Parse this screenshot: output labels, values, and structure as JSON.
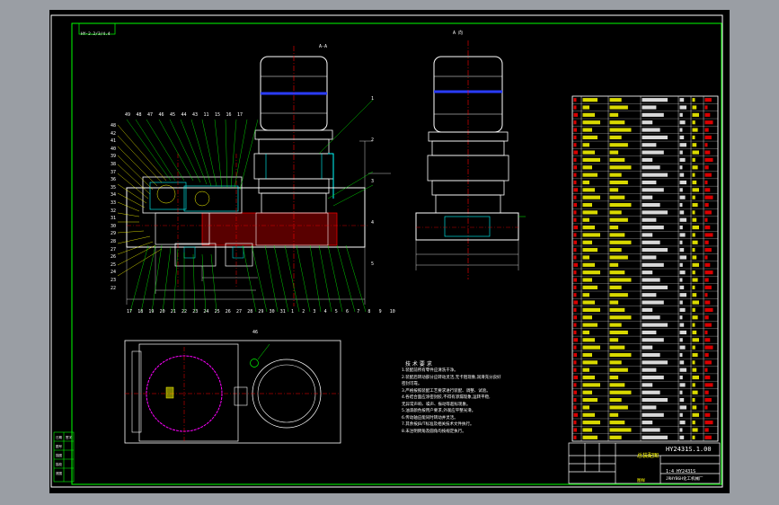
{
  "drawing": {
    "corner_label": "HY·2.2/3/4.4",
    "view_label_a": "A 向",
    "view_label_b": "A-A",
    "title_block": {
      "drawing_code": "HY2431S.1.00",
      "name": "总装配图",
      "label": "图样",
      "sub_code": "1:4  HY2431S",
      "company": "JRHYBGH化工机械厂"
    },
    "tech_notes": {
      "title": "技 术 要 求",
      "lines": [
        "1.装配前所有零件应清洗干净。",
        "2.装配后转动部分应转动灵活,无卡阻现象,润滑充分良好",
        "  密封可靠。",
        "3.严格按照装配工艺要求进行装配、调整、试验。",
        "4.各结合面应涂密封胶,不得有渗漏现象,运转平稳,",
        "  无异常声响、噪声、振动等超标现象。",
        "5.油漆颜色按用户要求,外观应平整光滑。",
        "6.传动轴应能同时转动并灵活。",
        "7.其余按JB/T标准及相关技术文件执行。",
        "8.未注明倒角及圆角均按规定执行。"
      ]
    },
    "left_row_numbers": [
      "48",
      "42",
      "41",
      "40",
      "39",
      "38",
      "37",
      "36",
      "35",
      "34",
      "33",
      "32",
      "31",
      "30",
      "29",
      "28",
      "27",
      "26",
      "25",
      "24",
      "23",
      "22"
    ],
    "top_callouts": [
      "49",
      "48",
      "47",
      "46",
      "45",
      "44",
      "43",
      "11",
      "15",
      "16",
      "17"
    ],
    "bottom_numbers": [
      "17",
      "18",
      "19",
      "20",
      "21",
      "22",
      "23",
      "24",
      "25",
      "26",
      "27",
      "28",
      "29",
      "30",
      "31",
      "1",
      "2",
      "3",
      "4",
      "5",
      "6",
      "7",
      "8",
      "9",
      "10"
    ],
    "right_callouts": [
      "1",
      "2",
      "3",
      "4",
      "5"
    ],
    "balloon": "46"
  },
  "parts_list_rows": 46,
  "colors": {
    "background": "#000000",
    "frame": "#ffffff",
    "green": "#00ff00",
    "yellow": "#ffff00",
    "red": "#ff0000",
    "cyan": "#00ffff",
    "blue": "#0000ff",
    "magenta": "#ff00ff",
    "gray_chrome": "#9a9ea4"
  }
}
